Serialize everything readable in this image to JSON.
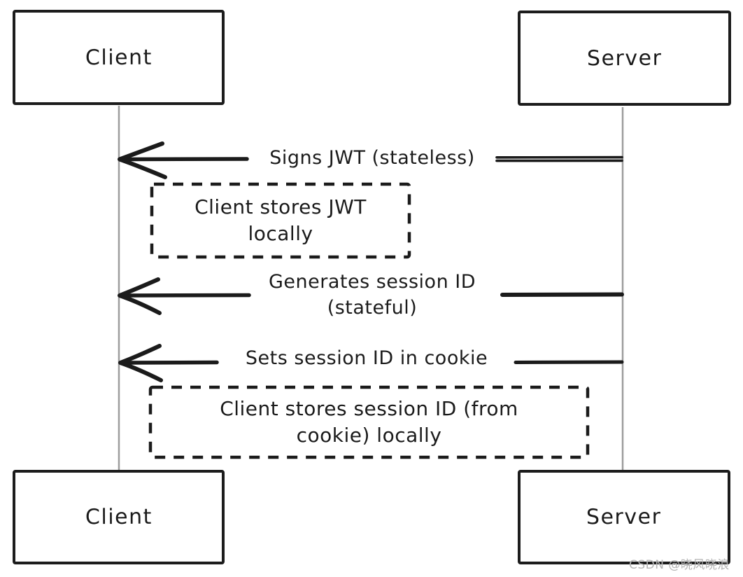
{
  "actors": {
    "top_left": "Client",
    "top_right": "Server",
    "bottom_left": "Client",
    "bottom_right": "Server"
  },
  "messages": {
    "m1": {
      "line1": "Signs JWT (stateless)",
      "direction": "server-to-client"
    },
    "m2": {
      "line1": "Generates session ID",
      "line2": "(stateful)",
      "direction": "server-to-client"
    },
    "m3": {
      "line1": "Sets session ID in cookie",
      "direction": "server-to-client"
    }
  },
  "notes": {
    "n1": {
      "line1": "Client stores JWT",
      "line2": "locally"
    },
    "n2": {
      "line1": "Client stores session ID (from",
      "line2": "cookie) locally"
    }
  },
  "watermark": {
    "text": "CSDN @晓风晓浪",
    "color": "#b5b5b5"
  },
  "colors": {
    "stroke": "#1b1b1b",
    "lifeline": "#9d9d9d",
    "background": "#ffffff"
  }
}
